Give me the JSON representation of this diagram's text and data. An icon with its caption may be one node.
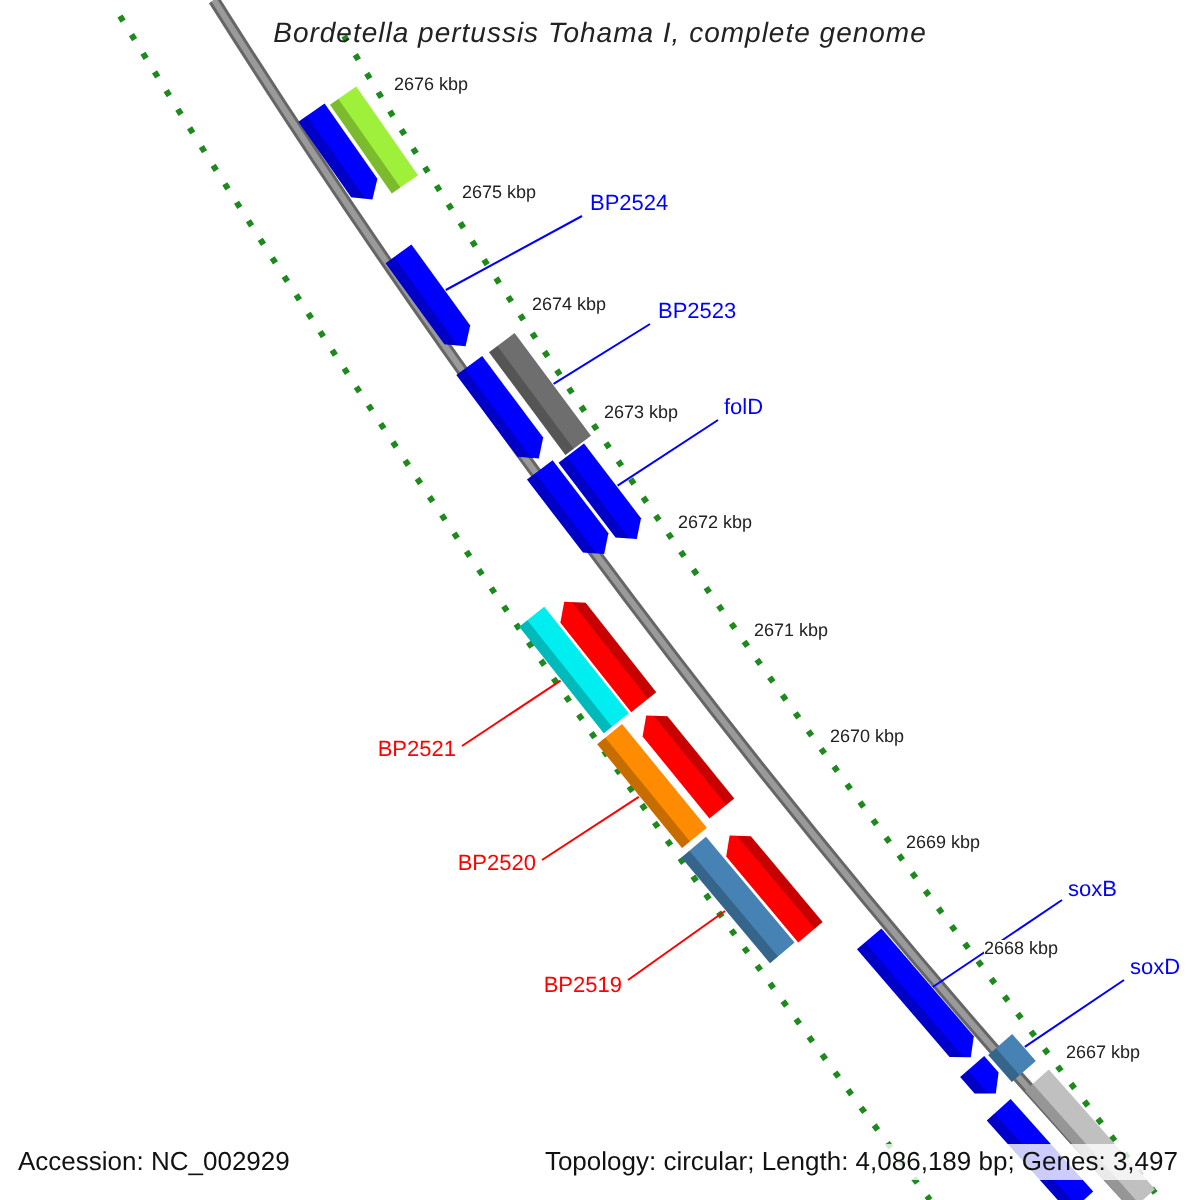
{
  "diagram": {
    "title": "Bordetella pertussis Tohama I, complete genome",
    "nodes": [
      {
        "text": [],
        "shape": "arrow"
      },
      {
        "text": [],
        "shape": "bar"
      },
      {
        "text": [],
        "shape": "arrow"
      },
      {
        "text": [],
        "shape": "arrow"
      },
      {
        "text": [],
        "shape": "bar"
      },
      {
        "text": [],
        "shape": "arrow"
      },
      {
        "text": [],
        "shape": "arrow"
      },
      {
        "text": [],
        "shape": "bar"
      },
      {
        "text": [],
        "shape": "arrow"
      },
      {
        "text": [],
        "shape": "arrow"
      },
      {
        "text": [],
        "shape": "bar"
      },
      {
        "text": [],
        "shape": "bar"
      },
      {
        "text": [],
        "shape": "arrow"
      },
      {
        "text": [],
        "shape": "arrow"
      },
      {
        "text": [],
        "shape": "arrow"
      },
      {
        "text": [],
        "shape": "bar"
      },
      {
        "text": [],
        "shape": "bar"
      },
      {
        "text": [],
        "shape": "bar"
      },
      {
        "text": [
          "BP2524"
        ]
      },
      {
        "text": [
          "BP2523"
        ]
      },
      {
        "text": [
          "folD"
        ]
      },
      {
        "text": [
          "BP2521"
        ]
      },
      {
        "text": [
          "BP2520"
        ]
      },
      {
        "text": [
          "BP2519"
        ]
      },
      {
        "text": [
          "soxB"
        ]
      },
      {
        "text": [
          "soxD"
        ]
      }
    ],
    "edges": [
      {
        "from": 18,
        "to": 2,
        "arrow": "none"
      },
      {
        "from": 19,
        "to": 4,
        "arrow": "none"
      },
      {
        "from": 20,
        "to": 6,
        "arrow": "none"
      },
      {
        "from": 21,
        "to": 7,
        "arrow": "none",
        "color": "#ff0000"
      },
      {
        "from": 22,
        "to": 10,
        "arrow": "none",
        "color": "#ff0000"
      },
      {
        "from": 23,
        "to": 11,
        "arrow": "none",
        "color": "#ff0000"
      },
      {
        "from": 24,
        "to": 13,
        "arrow": "none"
      },
      {
        "from": 25,
        "to": 15,
        "arrow": "none"
      }
    ],
    "labels": [
      "2676 kbp",
      "2675 kbp",
      "2674 kbp",
      "2673 kbp",
      "2672 kbp",
      "2671 kbp",
      "2670 kbp",
      "2669 kbp",
      "2668 kbp",
      "2667 kbp",
      "Accession: NC_002929",
      "Topology: circular; Length: 4,086,189 bp; Genes: 3,497"
    ]
  }
}
